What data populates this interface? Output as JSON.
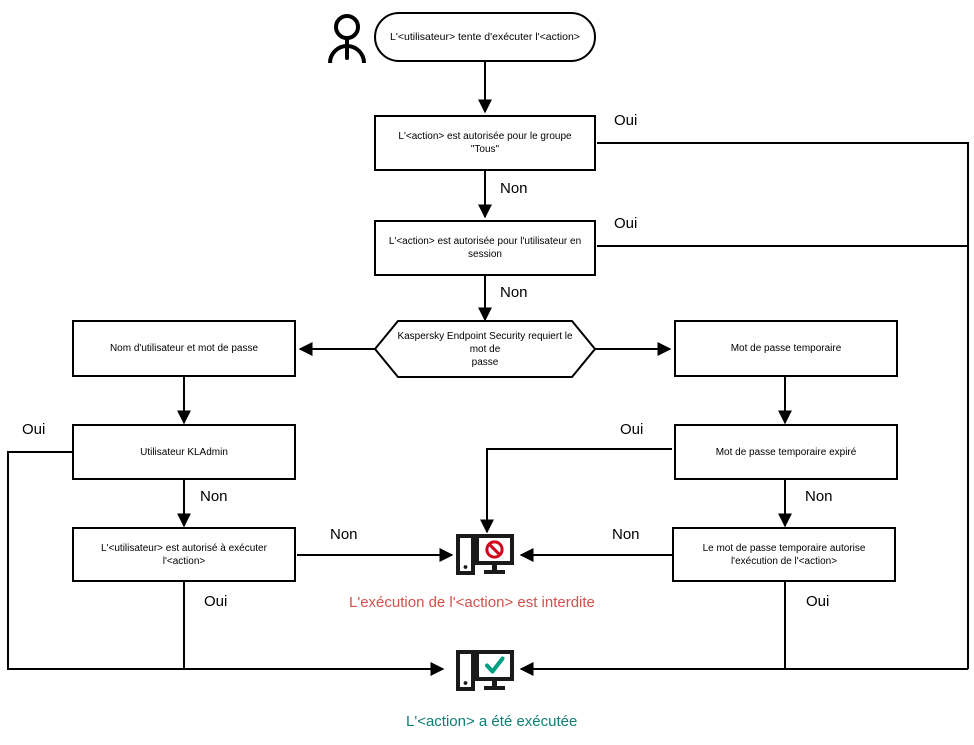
{
  "diagram": {
    "title": "Kaspersky Endpoint Security action authorization flow",
    "colors": {
      "line": "#000000",
      "node_border": "#000000",
      "node_fill": "#ffffff",
      "denied_text": "#d4504a",
      "allowed_text": "#0d7f75",
      "denied_badge": "#d0021b",
      "allowed_badge": "#009e82",
      "background": "#ffffff"
    },
    "nodes": {
      "actor": {
        "icon": "person-icon",
        "label": ""
      },
      "start": {
        "label": "L'<utilisateur> tente d'exécuter l'<action>"
      },
      "allowed_everyone": {
        "label": "L'<action> est autorisée pour le groupe\n\"Tous\""
      },
      "allowed_session_user": {
        "label": "L'<action> est autorisée pour l'utilisateur en\nsession"
      },
      "password_required": {
        "label": "Kaspersky Endpoint Security requiert le mot de\npasse"
      },
      "username_password": {
        "label": "Nom d'utilisateur et mot de passe"
      },
      "temporary_password": {
        "label": "Mot de passe temporaire"
      },
      "kladmin_user": {
        "label": "Utilisateur KLAdmin"
      },
      "temporary_password_expired": {
        "label": "Mot de passe temporaire expiré"
      },
      "user_authorized": {
        "label": "L'<utilisateur> est autorisé à exécuter\nl'<action>"
      },
      "temp_password_authorizes": {
        "label": "Le mot de passe temporaire autorise\nl'exécution de l'<action>"
      },
      "denied_terminal": {
        "icon": "computer-blocked-icon"
      },
      "allowed_terminal": {
        "icon": "computer-check-icon"
      }
    },
    "edge_labels": {
      "everyone_yes": "Oui",
      "everyone_no": "Non",
      "session_yes": "Oui",
      "session_no": "Non",
      "kladmin_yes": "Oui",
      "kladmin_no": "Non",
      "user_authorized_no": "Non",
      "user_authorized_yes": "Oui",
      "temp_expired_yes": "Oui",
      "temp_expired_no": "Non",
      "temp_authorizes_no": "Non",
      "temp_authorizes_yes": "Oui"
    },
    "captions": {
      "denied": "L'exécution de l'<action> est interdite",
      "allowed": "L'<action> a été exécutée"
    }
  }
}
